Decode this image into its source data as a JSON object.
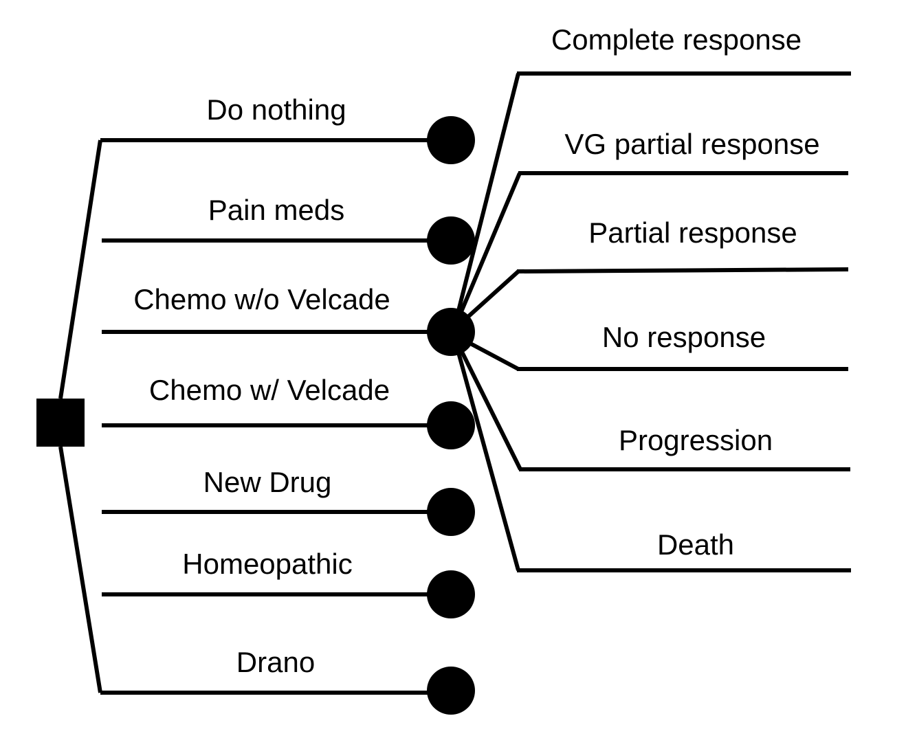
{
  "diagram": {
    "type": "decision-tree",
    "decision_node": {
      "shape": "square",
      "color": "#000000"
    },
    "choices": [
      {
        "label": "Do nothing"
      },
      {
        "label": "Pain meds"
      },
      {
        "label": "Chemo w/o Velcade"
      },
      {
        "label": "Chemo w/ Velcade"
      },
      {
        "label": "New Drug"
      },
      {
        "label": "Homeopathic"
      },
      {
        "label": "Drano"
      }
    ],
    "expanded_choice": "Chemo w/o Velcade",
    "outcomes": [
      {
        "label": "Complete response"
      },
      {
        "label": "VG partial response"
      },
      {
        "label": "Partial response"
      },
      {
        "label": "No response"
      },
      {
        "label": "Progression"
      },
      {
        "label": "Death"
      }
    ],
    "line_color": "#000000",
    "background_color": "#ffffff"
  }
}
